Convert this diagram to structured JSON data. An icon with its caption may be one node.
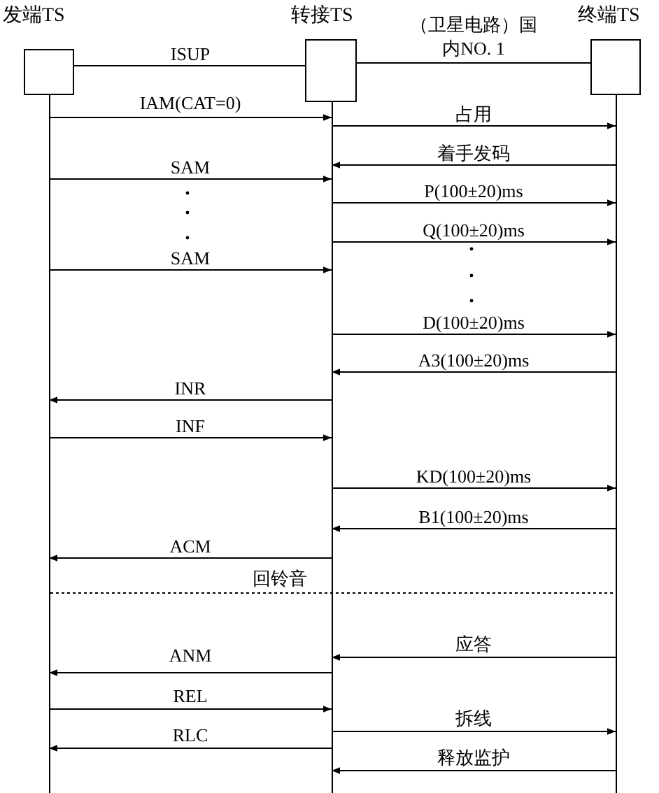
{
  "diagram": {
    "nodes": [
      {
        "text": [
          "发端TS"
        ]
      },
      {
        "text": [
          "转接TS"
        ]
      },
      {
        "text": [
          "终端TS"
        ]
      }
    ],
    "edges": [
      {
        "from": 0,
        "to": 1,
        "arrow": "none",
        "label": "ISUP"
      },
      {
        "from": 1,
        "to": 2,
        "arrow": "none",
        "label": "（卫星电路）国内NO. 1"
      },
      {
        "from": 0,
        "to": 1,
        "arrow": "to",
        "label": "IAM(CAT=0)"
      },
      {
        "from": 1,
        "to": 2,
        "arrow": "to",
        "label": "占用"
      },
      {
        "from": 2,
        "to": 1,
        "arrow": "to",
        "label": "着手发码"
      },
      {
        "from": 0,
        "to": 1,
        "arrow": "to",
        "label": "SAM"
      },
      {
        "from": 1,
        "to": 2,
        "arrow": "to",
        "label": "P(100±20)ms"
      },
      {
        "from": 1,
        "to": 2,
        "arrow": "to",
        "label": "Q(100±20)ms"
      },
      {
        "from": 0,
        "to": 1,
        "arrow": "to",
        "label": "SAM"
      },
      {
        "from": 1,
        "to": 2,
        "arrow": "to",
        "label": "D(100±20)ms"
      },
      {
        "from": 2,
        "to": 1,
        "arrow": "to",
        "label": "A3(100±20)ms"
      },
      {
        "from": 1,
        "to": 0,
        "arrow": "to",
        "label": "INR"
      },
      {
        "from": 0,
        "to": 1,
        "arrow": "to",
        "label": "INF"
      },
      {
        "from": 1,
        "to": 2,
        "arrow": "to",
        "label": "KD(100±20)ms"
      },
      {
        "from": 2,
        "to": 1,
        "arrow": "to",
        "label": "B1(100±20)ms"
      },
      {
        "from": 1,
        "to": 0,
        "arrow": "to",
        "label": "ACM"
      },
      {
        "from": 2,
        "to": 1,
        "arrow": "to",
        "label": "应答"
      },
      {
        "from": 1,
        "to": 0,
        "arrow": "to",
        "label": "ANM"
      },
      {
        "from": 0,
        "to": 1,
        "arrow": "to",
        "label": "REL"
      },
      {
        "from": 1,
        "to": 2,
        "arrow": "to",
        "label": "拆线"
      },
      {
        "from": 1,
        "to": 0,
        "arrow": "to",
        "label": "RLC"
      },
      {
        "from": 2,
        "to": 1,
        "arrow": "to",
        "label": "释放监护"
      }
    ],
    "labels": [
      "回铃音"
    ]
  }
}
